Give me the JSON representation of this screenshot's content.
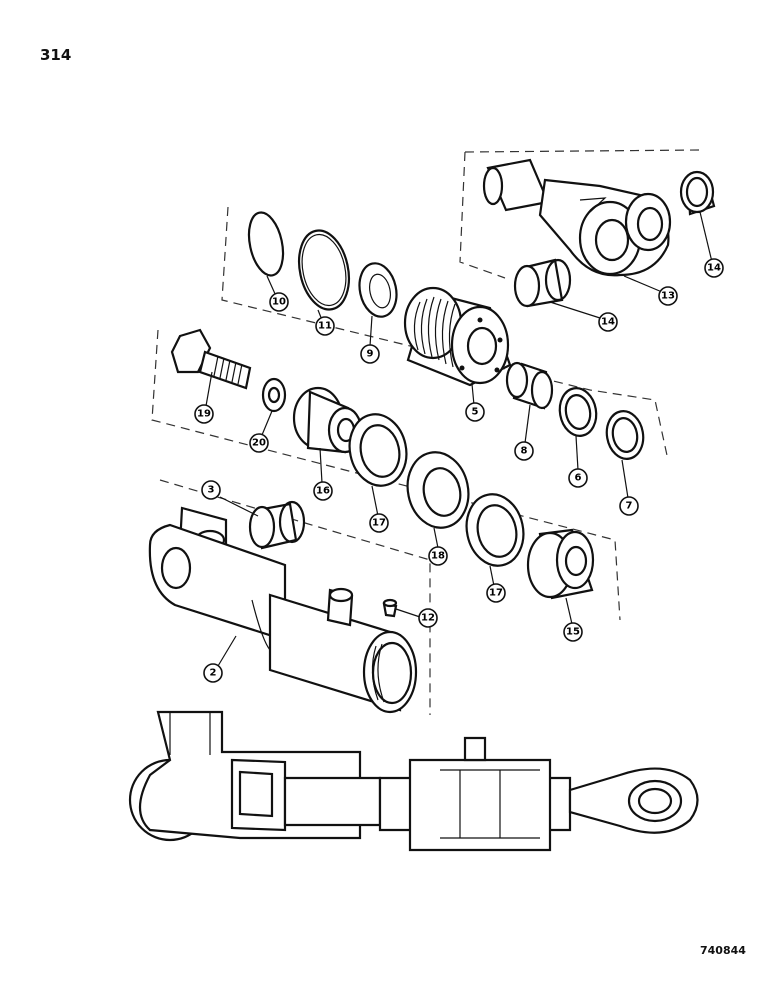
{
  "page_number": "314",
  "figure_code": "740844",
  "callouts": [
    {
      "id": "c10",
      "label": "10"
    },
    {
      "id": "c11",
      "label": "11"
    },
    {
      "id": "c9",
      "label": "9"
    },
    {
      "id": "c5",
      "label": "5"
    },
    {
      "id": "c8",
      "label": "8"
    },
    {
      "id": "c6",
      "label": "6"
    },
    {
      "id": "c7",
      "label": "7"
    },
    {
      "id": "c13",
      "label": "13"
    },
    {
      "id": "c14a",
      "label": "14"
    },
    {
      "id": "c14b",
      "label": "14"
    },
    {
      "id": "c19",
      "label": "19"
    },
    {
      "id": "c20",
      "label": "20"
    },
    {
      "id": "c16",
      "label": "16"
    },
    {
      "id": "c17a",
      "label": "17"
    },
    {
      "id": "c18",
      "label": "18"
    },
    {
      "id": "c17b",
      "label": "17"
    },
    {
      "id": "c15",
      "label": "15"
    },
    {
      "id": "c3",
      "label": "3"
    },
    {
      "id": "c12",
      "label": "12"
    },
    {
      "id": "c2",
      "label": "2"
    }
  ]
}
